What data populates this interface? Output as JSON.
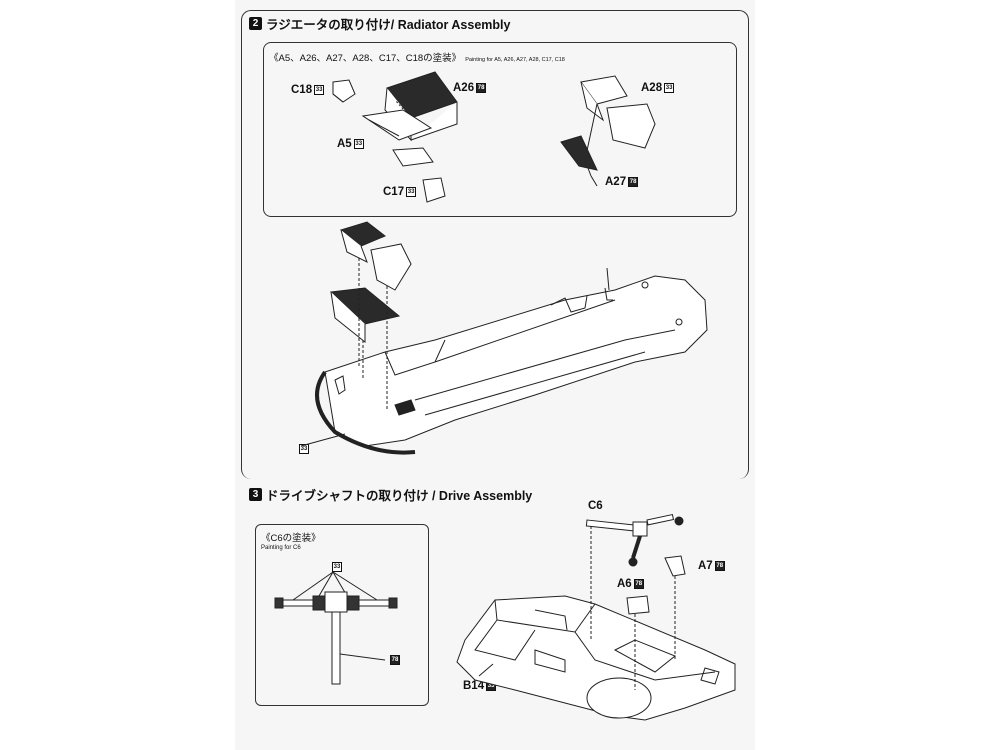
{
  "section2": {
    "number": "2",
    "title": "ラジエータの取り付け/ Radiator Assembly",
    "painting_heading": "《A5、A26、A27、A28、C17、C18の塗装》",
    "painting_note": "Painting for A5, A26, A27, A28, C17, C18",
    "parts": [
      {
        "label": "C18",
        "code": "33"
      },
      {
        "label": "A26",
        "code": "78"
      },
      {
        "label": "A5",
        "code": "33"
      },
      {
        "label": "C17",
        "code": "33"
      },
      {
        "label": "A28",
        "code": "33"
      },
      {
        "label": "A27",
        "code": "78"
      }
    ],
    "callout_code": "33"
  },
  "section3": {
    "number": "3",
    "title": "ドライブシャフトの取り付け / Drive Assembly",
    "painting_heading": "《C6の塗装》",
    "painting_note": "Painting for C6",
    "inset_codes": [
      "33",
      "78"
    ],
    "parts": [
      {
        "label": "C6",
        "code": ""
      },
      {
        "label": "A7",
        "code": "78"
      },
      {
        "label": "A6",
        "code": "78"
      },
      {
        "label": "B14",
        "code": "33"
      }
    ]
  }
}
